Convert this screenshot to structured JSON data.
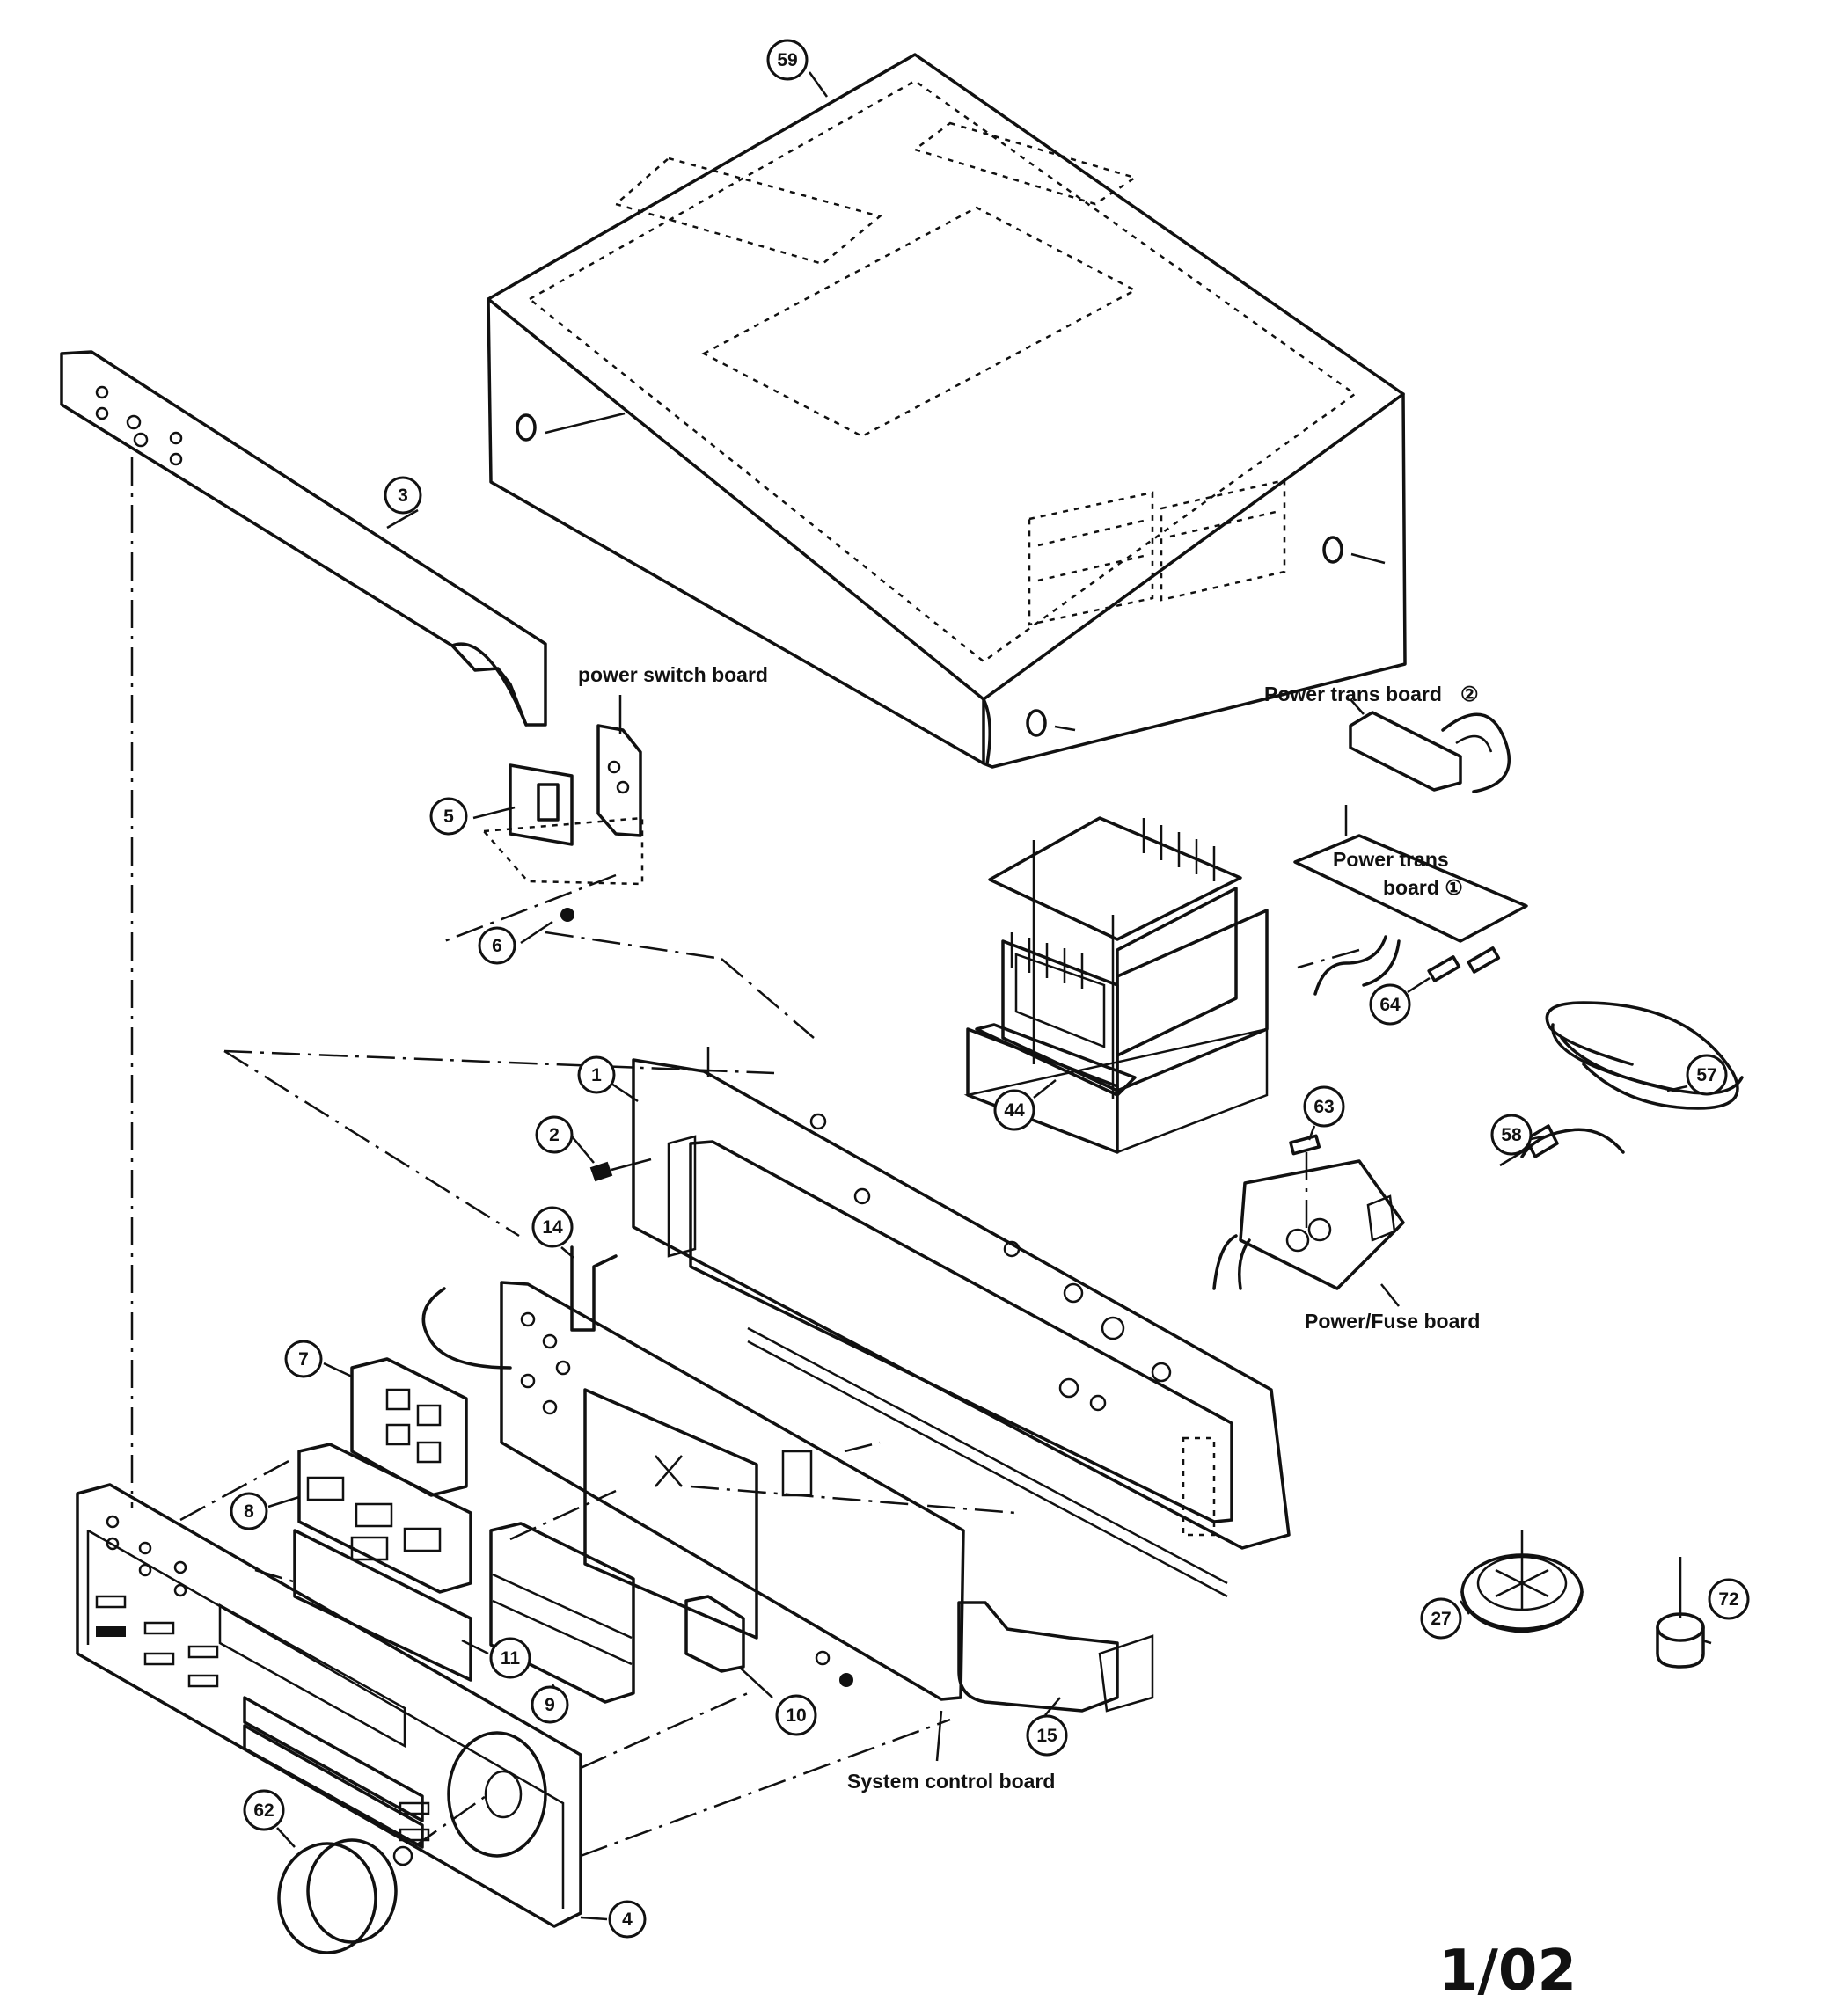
{
  "diagram": {
    "callouts": [
      {
        "id": "59",
        "label": "59"
      },
      {
        "id": "3",
        "label": "3"
      },
      {
        "id": "5",
        "label": "5"
      },
      {
        "id": "6",
        "label": "6"
      },
      {
        "id": "1",
        "label": "1"
      },
      {
        "id": "2",
        "label": "2"
      },
      {
        "id": "14",
        "label": "14"
      },
      {
        "id": "7",
        "label": "7"
      },
      {
        "id": "8",
        "label": "8"
      },
      {
        "id": "11",
        "label": "11"
      },
      {
        "id": "9",
        "label": "9"
      },
      {
        "id": "10",
        "label": "10"
      },
      {
        "id": "15",
        "label": "15"
      },
      {
        "id": "4",
        "label": "4"
      },
      {
        "id": "62",
        "label": "62"
      },
      {
        "id": "44",
        "label": "44"
      },
      {
        "id": "64",
        "label": "64"
      },
      {
        "id": "63",
        "label": "63"
      },
      {
        "id": "58",
        "label": "58"
      },
      {
        "id": "57",
        "label": "57"
      },
      {
        "id": "27",
        "label": "27"
      },
      {
        "id": "72",
        "label": "72"
      }
    ],
    "boards": {
      "power_switch": "power switch board",
      "power_trans_2": "Power trans board",
      "power_trans_2_mark": "②",
      "power_trans_1_line1": "Power trans",
      "power_trans_1_line2": "board ①",
      "power_fuse": "Power/Fuse board",
      "system_control": "System control board"
    },
    "page_number": "1/02"
  }
}
